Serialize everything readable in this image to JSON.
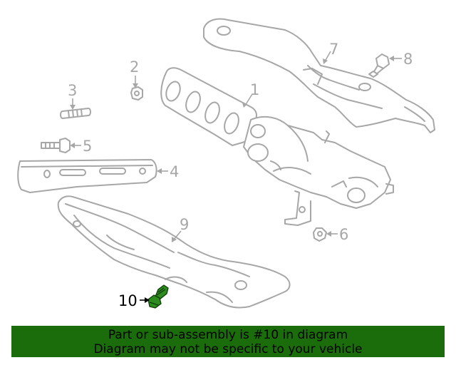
{
  "diagram": {
    "callouts": {
      "c1": "1",
      "c2": "2",
      "c3": "3",
      "c4": "4",
      "c5": "5",
      "c6": "6",
      "c7": "7",
      "c8": "8",
      "c9": "9",
      "c10": "10"
    },
    "highlighted_callout": "10",
    "highlight_color": "#2e8b1e",
    "part_line_color": "#a7a7a7"
  },
  "banner": {
    "line1": "Part or sub-assembly is #10 in diagram",
    "line2": "Diagram may not be specific to your vehicle",
    "background": "#1a6d0a"
  }
}
